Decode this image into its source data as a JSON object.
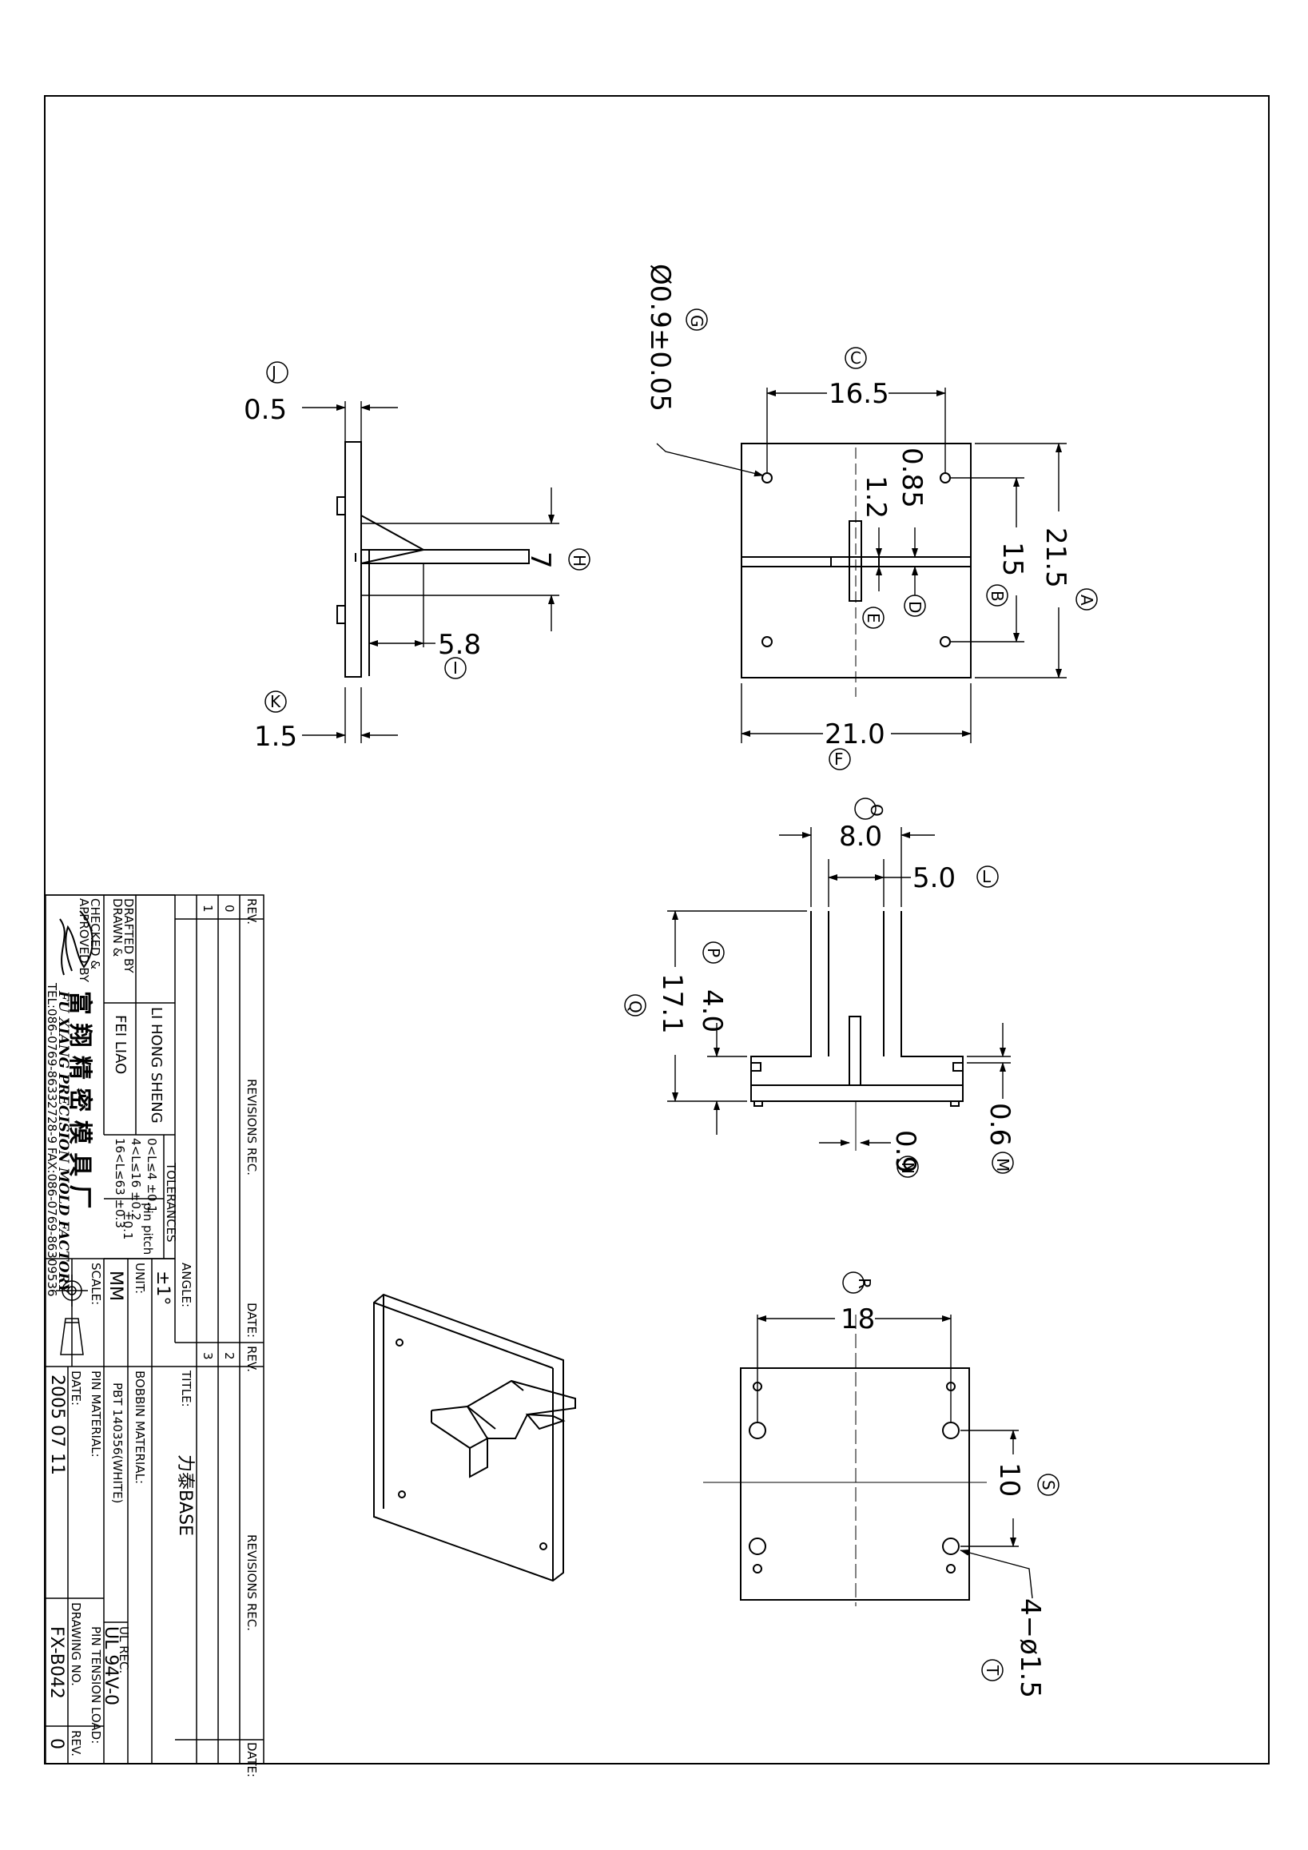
{
  "views": {
    "front": {
      "dims": {
        "a": "21.5",
        "b": "15",
        "c": "16.5",
        "d": "0.85",
        "e": "1.2",
        "f": "21.0",
        "g": "Ø0.9±0.05"
      },
      "markers": {
        "a": "A",
        "b": "B",
        "c": "C",
        "d": "D",
        "e": "E",
        "f": "F",
        "g": "G"
      }
    },
    "side": {
      "dims": {
        "h": "7",
        "i": "5.8",
        "j": "0.5",
        "k": "1.5"
      },
      "markers": {
        "h": "H",
        "i": "I",
        "j": "J",
        "k": "K"
      }
    },
    "section": {
      "dims": {
        "l": "5.0",
        "m": "0.6",
        "n": "0.9",
        "o": "8.0",
        "p": "4.0",
        "q": "17.1"
      },
      "markers": {
        "l": "L",
        "m": "M",
        "n": "N",
        "o": "O",
        "p": "P",
        "q": "Q"
      }
    },
    "bottom": {
      "dims": {
        "r": "18",
        "s": "10",
        "t": "4−ø1.5"
      },
      "markers": {
        "r": "R",
        "s": "S",
        "t": "T"
      }
    }
  },
  "title_block": {
    "rev_header": "REV.",
    "revisions_header": "REVISIONS  REC.",
    "date_header": "DATE:",
    "rev_rows": [
      "0",
      "1"
    ],
    "rev_rows_right": [
      "2",
      "3"
    ],
    "drawn_label": "DRAWN &",
    "drafted_label": "DRAFTED BY",
    "drafted_value": "LI HONG SHENG",
    "checked_label": "CHECKED &",
    "approved_label": "APPROVED BY",
    "approved_value": "FEI LIAO",
    "tolerances_title": "TOLERANCES",
    "tolerance_rows": [
      "0<L≤4    ±0.1",
      "4<L≤16   ±0.2",
      "16<L≤63  ±0.3"
    ],
    "pin_pitch_label": "pin pitch",
    "pin_pitch_value": "±0.1",
    "angle_label": "ANGLE:",
    "angle_value": "±1°",
    "unit_label": "UNIT:",
    "unit_value": "MM",
    "scale_label": "SCALE:",
    "title_label": "TITLE:",
    "title_value": "力泰BASE",
    "bobbin_label": "BOBBIN MATERIAL:",
    "bobbin_value": "PBT 140356(WHITE)",
    "ul_label": "UL REC.",
    "ul_value": "UL 94V-0",
    "pin_material_label": "PIN MATERIAL:",
    "pin_tension_label": "PIN TENSION LOAD:",
    "date_label": "DATE:",
    "date_value": "2005  07  11",
    "drawing_no_label": "DRAWING NO.",
    "drawing_no_value": "FX-B042",
    "rev_label": "REV.",
    "rev_value": "0",
    "company_cn": "富 翔 精 密 模 具 厂",
    "company_en": "FU XIANG PRECISION MOLD FACTORY",
    "company_tel": "TEL:086-0769-86332728-9   FAX:086-0769-86309536"
  }
}
